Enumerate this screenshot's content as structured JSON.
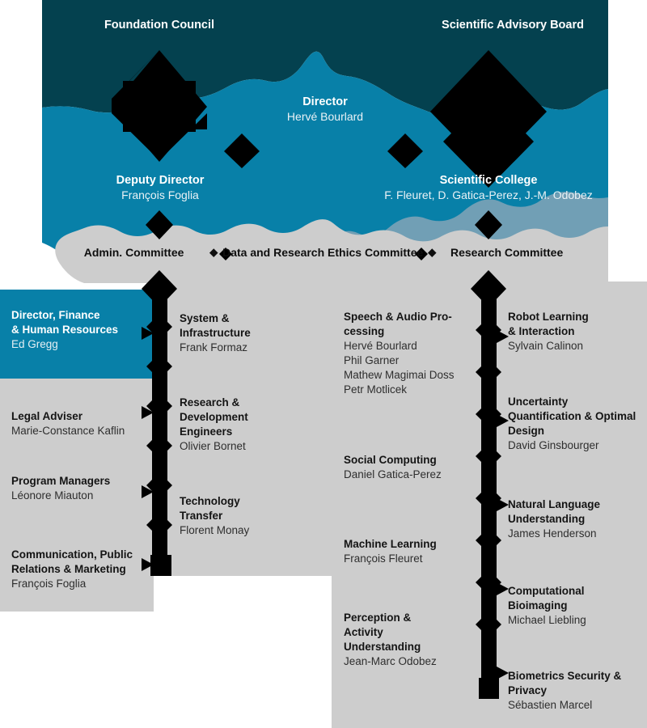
{
  "colors": {
    "dark_teal": "#04414f",
    "medium_blue": "#0880a8",
    "slate_blue": "#719fb5",
    "grey_panel": "#cdcdcd",
    "black": "#000000",
    "white": "#ffffff"
  },
  "top": {
    "foundation_council": "Foundation Council",
    "scientific_advisory_board": "Scientific Advisory Board",
    "director": {
      "title": "Director",
      "name": "Hervé Bourlard"
    },
    "deputy_director": {
      "title": "Deputy Director",
      "name": "François Foglia"
    },
    "scientific_college": {
      "title": "Scientific College",
      "name": "F. Fleuret, D. Gatica-Perez, J.-M. Odobez"
    }
  },
  "committees": {
    "admin": "Admin. Committee",
    "ethics": "Data and Research Ethics Committee",
    "research": "Research Committee",
    "diamond_glyph": "◆"
  },
  "columns": [
    {
      "id": "administration",
      "entries": [
        {
          "title": "Director, Finance\n& Human Resources",
          "title_lines": [
            "Director, Finance",
            "& Human Resources"
          ],
          "name": "Ed Gregg",
          "highlighted": true
        },
        {
          "title_lines": [
            "Legal Adviser"
          ],
          "name": "Marie-Constance Kaflin",
          "highlighted": false
        },
        {
          "title_lines": [
            "Program Managers"
          ],
          "name": "Léonore Miauton",
          "highlighted": false
        },
        {
          "title_lines": [
            "Communication, Public",
            "Relations & Marketing"
          ],
          "name": "François Foglia",
          "highlighted": false
        }
      ]
    },
    {
      "id": "engineering",
      "entries": [
        {
          "title_lines": [
            "System &",
            "Infrastructure"
          ],
          "name": "Frank Formaz",
          "highlighted": false
        },
        {
          "title_lines": [
            "Research &",
            "Development",
            "Engineers"
          ],
          "name": "Olivier Bornet",
          "highlighted": false
        },
        {
          "title_lines": [
            "Technology",
            "Transfer"
          ],
          "name": "Florent Monay",
          "highlighted": false
        }
      ]
    },
    {
      "id": "research-groups-left",
      "entries": [
        {
          "title_lines": [
            "Speech & Audio Pro-",
            "cessing"
          ],
          "names": [
            "Hervé Bourlard",
            "Phil Garner",
            "Mathew Magimai Doss",
            "Petr Motlicek"
          ],
          "highlighted": false
        },
        {
          "title_lines": [
            "Social Computing"
          ],
          "names": [
            "Daniel Gatica-Perez"
          ],
          "highlighted": false
        },
        {
          "title_lines": [
            "Machine Learning"
          ],
          "names": [
            "François Fleuret"
          ],
          "highlighted": false
        },
        {
          "title_lines": [
            "Perception &",
            "Activity",
            "Understanding"
          ],
          "names": [
            "Jean-Marc Odobez"
          ],
          "highlighted": false
        }
      ]
    },
    {
      "id": "research-groups-right",
      "entries": [
        {
          "title_lines": [
            "Robot Learning",
            "& Interaction"
          ],
          "names": [
            "Sylvain Calinon"
          ],
          "highlighted": false
        },
        {
          "title_lines": [
            "Uncertainty",
            "Quantification & Optimal",
            "Design"
          ],
          "names": [
            "David Ginsbourger"
          ],
          "highlighted": false
        },
        {
          "title_lines": [
            "Natural Language",
            "Understanding"
          ],
          "names": [
            "James Henderson"
          ],
          "highlighted": false
        },
        {
          "title_lines": [
            "Computational",
            "Bioimaging"
          ],
          "names": [
            "Michael Liebling"
          ],
          "highlighted": false
        },
        {
          "title_lines": [
            "Biometrics Security &",
            "Privacy"
          ],
          "names": [
            "Sébastien Marcel"
          ],
          "highlighted": false
        }
      ]
    }
  ]
}
